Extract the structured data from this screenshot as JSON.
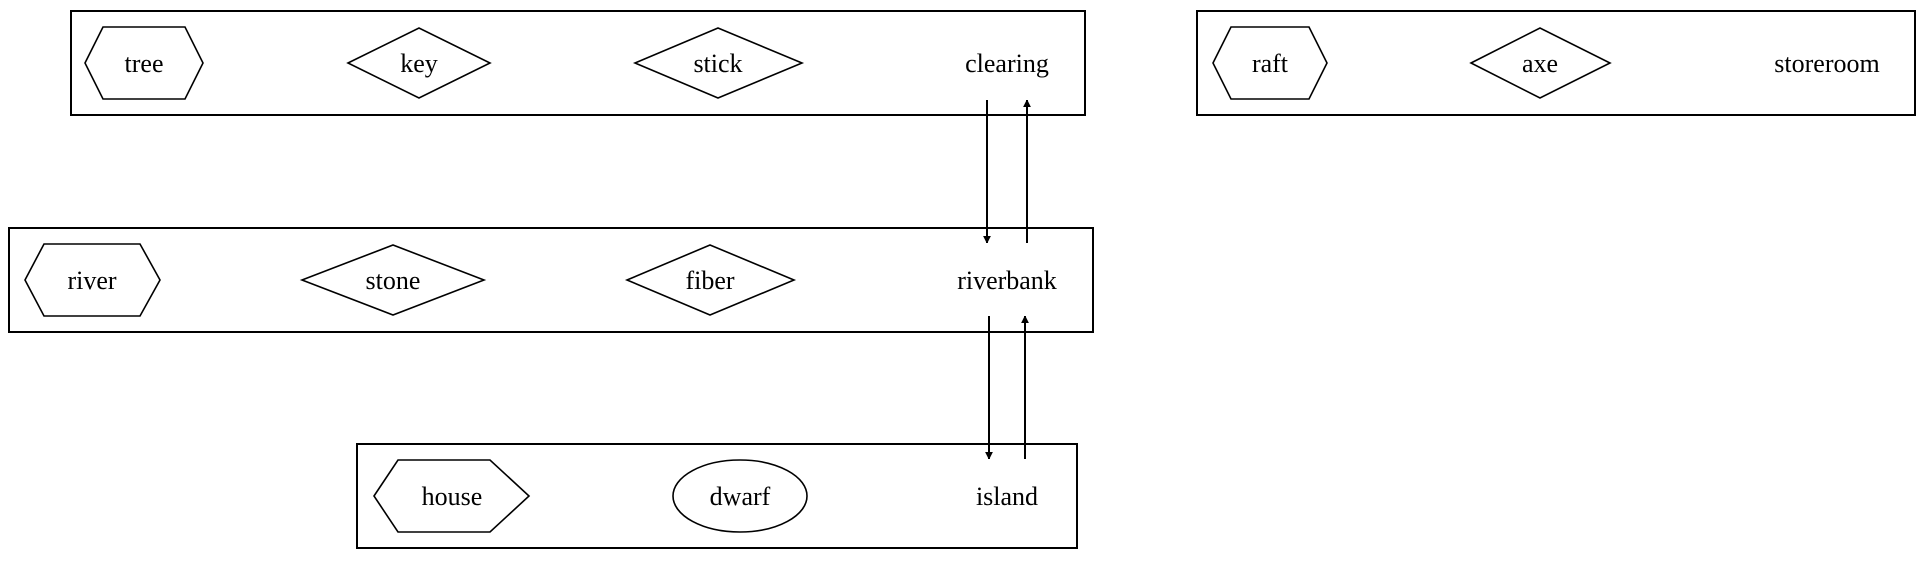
{
  "diagram": {
    "rooms": {
      "clearing": {
        "label": "clearing",
        "items": [
          {
            "label": "tree",
            "shape": "hexagon"
          },
          {
            "label": "key",
            "shape": "diamond"
          },
          {
            "label": "stick",
            "shape": "diamond"
          }
        ]
      },
      "storeroom": {
        "label": "storeroom",
        "items": [
          {
            "label": "raft",
            "shape": "hexagon"
          },
          {
            "label": "axe",
            "shape": "diamond"
          }
        ]
      },
      "riverbank": {
        "label": "riverbank",
        "items": [
          {
            "label": "river",
            "shape": "hexagon"
          },
          {
            "label": "stone",
            "shape": "diamond"
          },
          {
            "label": "fiber",
            "shape": "diamond"
          }
        ]
      },
      "island": {
        "label": "island",
        "items": [
          {
            "label": "house",
            "shape": "hexagon"
          },
          {
            "label": "dwarf",
            "shape": "ellipse"
          }
        ]
      }
    },
    "edges": [
      {
        "from": "clearing",
        "to": "riverbank"
      },
      {
        "from": "riverbank",
        "to": "clearing"
      },
      {
        "from": "riverbank",
        "to": "island"
      },
      {
        "from": "island",
        "to": "riverbank"
      }
    ]
  }
}
